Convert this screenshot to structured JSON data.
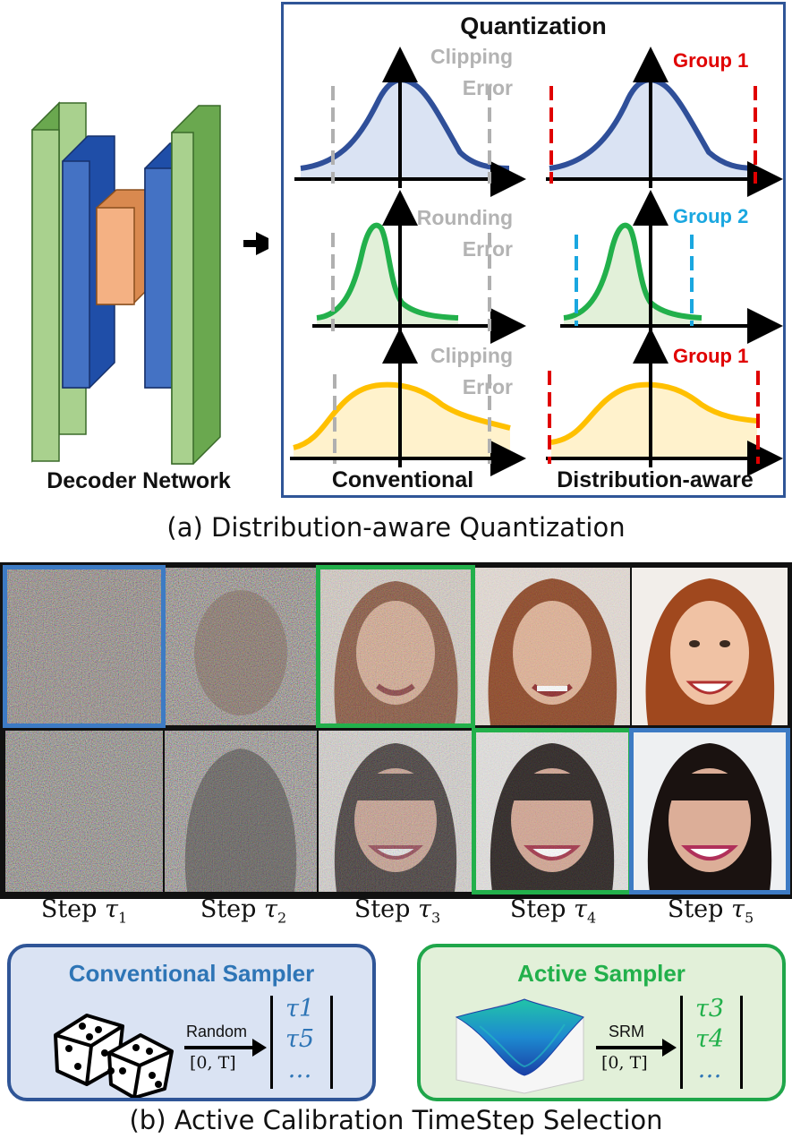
{
  "part_a": {
    "decoder_label": "Decoder Network",
    "title": "Quantization",
    "annotations": {
      "clipping_line1": "Clipping",
      "clipping_line2": "Error",
      "rounding_line1": "Rounding",
      "rounding_line2": "Error",
      "group1": "Group 1",
      "group2": "Group 2"
    },
    "column_labels": {
      "left": "Conventional",
      "right": "Distribution-aware"
    },
    "caption": "(a) Distribution-aware Quantization"
  },
  "part_b": {
    "steps": [
      {
        "text": "Step ",
        "sym": "τ",
        "sub": "1"
      },
      {
        "text": "Step ",
        "sym": "τ",
        "sub": "2"
      },
      {
        "text": "Step ",
        "sym": "τ",
        "sub": "3"
      },
      {
        "text": "Step ",
        "sym": "τ",
        "sub": "4"
      },
      {
        "text": "Step ",
        "sym": "τ",
        "sub": "5"
      }
    ],
    "conventional_sampler": {
      "title": "Conventional Sampler",
      "arrow_label": "Random",
      "range": "[0, T]",
      "vector": [
        "τ1",
        "τ5",
        "…"
      ]
    },
    "active_sampler": {
      "title": "Active Sampler",
      "arrow_label": "SRM",
      "range": "[0, T]",
      "vector": [
        "τ3",
        "τ4",
        "…"
      ]
    },
    "caption": "(b) Active Calibration TimeStep Selection"
  },
  "colors": {
    "blue_frame": "#2f5597",
    "green_frame": "#1fa64a",
    "highlight_blue": "#3d7bc4",
    "highlight_green": "#22b04b",
    "blue_curve": "#2f4f99",
    "green_curve": "#22b04b",
    "yellow_curve": "#ffc000",
    "red_dash": "#e00000",
    "cyan_dash": "#1aa7e0",
    "gray_text": "#b3b3b3",
    "conv_box_fill": "#dae3f3",
    "active_box_fill": "#e2f0d9"
  }
}
